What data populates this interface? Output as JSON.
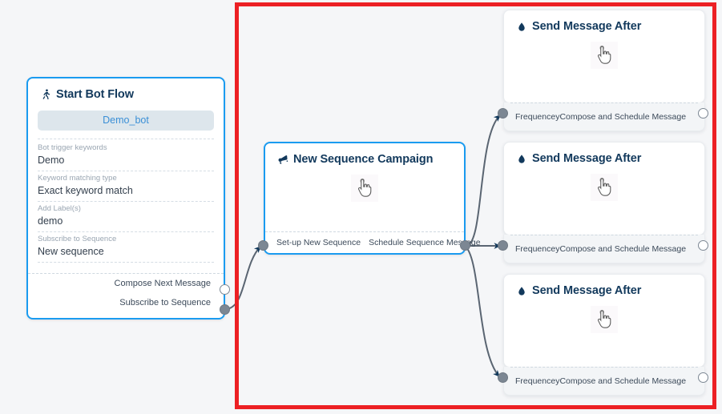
{
  "canvas": {
    "background": "#f5f6f8",
    "selection_border_color": "#ec2024",
    "accent_blue": "#1a9bf0",
    "title_color": "#12395c",
    "port_color": "#7c8793",
    "edge_color": "#5a6572"
  },
  "nodes": {
    "start": {
      "title": "Start Bot Flow",
      "icon": "running-person-icon",
      "bot_pill": "Demo_bot",
      "fields": [
        {
          "label": "Bot trigger keywords",
          "value": "Demo"
        },
        {
          "label": "Keyword matching type",
          "value": "Exact keyword match"
        },
        {
          "label": "Add Label(s)",
          "value": "demo"
        },
        {
          "label": "Subscribe to Sequence",
          "value": "New sequence"
        }
      ],
      "output_ports": [
        {
          "label": "Compose Next Message",
          "state": "empty"
        },
        {
          "label": "Subscribe to Sequence",
          "state": "connected"
        }
      ]
    },
    "sequence": {
      "title": "New Sequence Campaign",
      "icon": "megaphone-icon",
      "body_icon": "hand-pointer-icon",
      "input_port_label": "Set-up New Sequence",
      "output_port_label": "Schedule Sequence Message"
    },
    "send_messages": [
      {
        "title": "Send Message After",
        "icon": "droplet-icon",
        "body_icon": "hand-pointer-icon",
        "input_port_label": "Frequencey",
        "output_port_label": "Compose and Schedule Message",
        "output_state": "empty"
      },
      {
        "title": "Send Message After",
        "icon": "droplet-icon",
        "body_icon": "hand-pointer-icon",
        "input_port_label": "Frequencey",
        "output_port_label": "Compose and Schedule Message",
        "output_state": "empty"
      },
      {
        "title": "Send Message After",
        "icon": "droplet-icon",
        "body_icon": "hand-pointer-icon",
        "input_port_label": "Frequencey",
        "output_port_label": "Compose and Schedule Message",
        "output_state": "empty"
      }
    ]
  }
}
